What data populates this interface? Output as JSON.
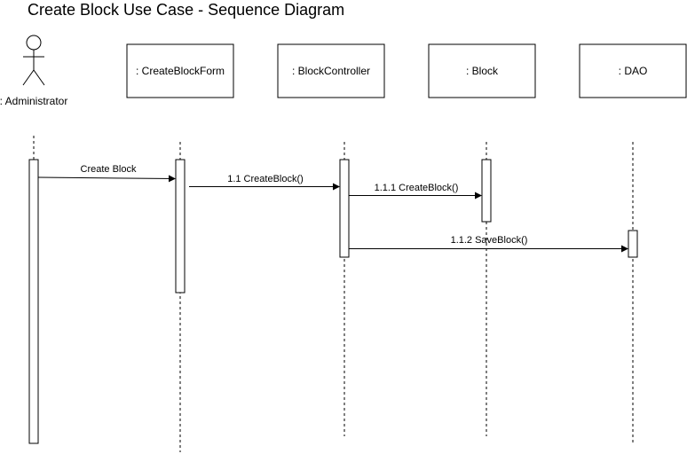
{
  "title": "Create Block Use Case - Sequence Diagram",
  "actor": {
    "label": ": Administrator"
  },
  "participants": [
    {
      "id": "form",
      "label": ": CreateBlockForm"
    },
    {
      "id": "controller",
      "label": ": BlockController"
    },
    {
      "id": "block",
      "label": ": Block"
    },
    {
      "id": "dao",
      "label": ": DAO"
    }
  ],
  "messages": [
    {
      "label": "Create Block"
    },
    {
      "label": "1.1 CreateBlock()"
    },
    {
      "label": "1.1.1 CreateBlock()"
    },
    {
      "label": "1.1.2 SaveBlock()"
    }
  ],
  "colors": {
    "line": "#000000",
    "fill": "#ffffff",
    "text": "#000000"
  }
}
